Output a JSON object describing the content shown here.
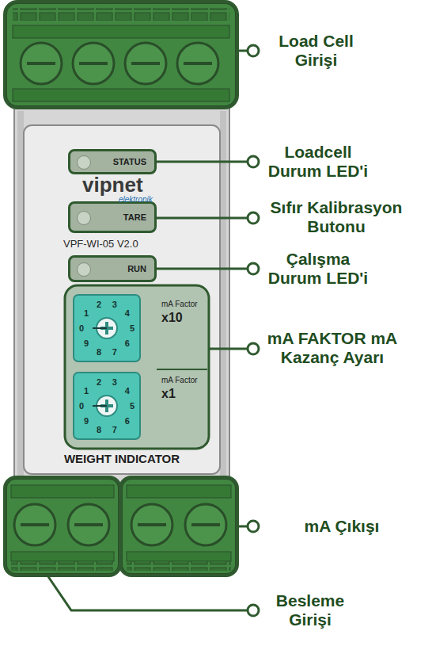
{
  "diagram": {
    "nodes": [
      {
        "text": [
          "vipnet",
          "elektronik",
          "VPF-WI-05 V2.0",
          "WEIGHT INDICATOR"
        ]
      },
      {
        "text": [
          "STATUS"
        ],
        "in": 0
      },
      {
        "text": [
          "TARE"
        ],
        "in": 0
      },
      {
        "text": [
          "RUN"
        ],
        "in": 0
      },
      {
        "text": [
          "0",
          "1",
          "2",
          "3",
          "4",
          "5",
          "6",
          "7",
          "8",
          "9"
        ],
        "in": 0
      },
      {
        "text": [
          "0",
          "1",
          "2",
          "3",
          "4",
          "5",
          "6",
          "7",
          "8",
          "9"
        ],
        "in": 0
      }
    ],
    "labels": [
      "Load Cell Girişi",
      "Loadcell Durum LED'i",
      "Sıfır Kalibrasyon Butonu",
      "Çalışma Durum LED'i",
      "mA FAKTOR mA Kazanç Ayarı",
      "mA Çıkışı",
      "Besleme Girişi",
      "mA Factor",
      "x10",
      "mA Factor",
      "x1"
    ]
  }
}
